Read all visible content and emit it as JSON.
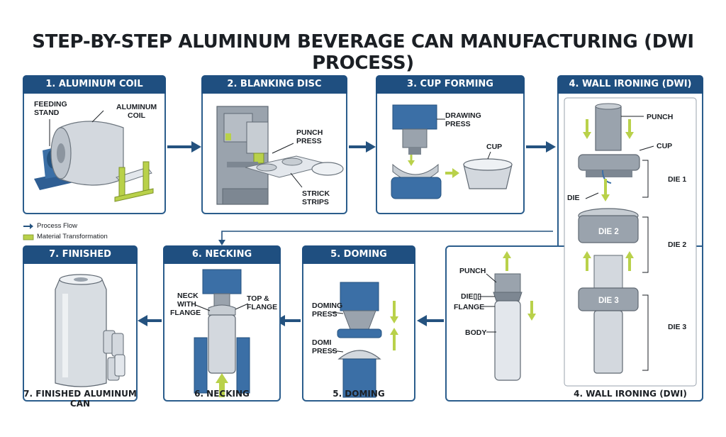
{
  "title": "STEP-BY-STEP ALUMINUM BEVERAGE CAN MANUFACTURING (DWI PROCESS)",
  "legend": {
    "process_flow": "Process Flow",
    "material_transformation": "Material Transformation"
  },
  "panels": {
    "p1": {
      "title": "1. ALUMINUM COIL",
      "labels": {
        "feeding_l1": "FEEDING",
        "feeding_l2": "STAND",
        "coil_l1": "ALUMINUM",
        "coil_l2": "COIL"
      }
    },
    "p2": {
      "title": "2. BLANKING DISC",
      "labels": {
        "punch_l1": "PUNCH",
        "punch_l2": "PRESS",
        "strick_l1": "STRICK",
        "strick_l2": "STRIPS"
      }
    },
    "p3": {
      "title": "3. CUP FORMING",
      "labels": {
        "drawing_l1": "DRAWING",
        "drawing_l2": "PRESS",
        "cup": "CUP"
      }
    },
    "p4": {
      "title": "4. WALL IRONING (DWI)",
      "caption": "4. WALL IRONING (DWI)",
      "labels": {
        "punch_top": "PUNCH",
        "cup": "CUP",
        "die1": "DIE 1",
        "die_left": "DIE",
        "die2_in": "DIE 2",
        "die2": "DIE 2",
        "die3_in": "DIE 3",
        "die3": "DIE 3",
        "punch_ext": "PUNCH",
        "die_ext": "DIE▯▯",
        "flange_ext": "FLANGE",
        "body_ext": "BODY"
      }
    },
    "p5": {
      "title": "5. DOMING",
      "caption": "5. DOMING",
      "labels": {
        "doming_l1": "DOMING",
        "doming_l2": "PRESS",
        "domi_l1": "DOMI",
        "domi_l2": "PRESS"
      }
    },
    "p6": {
      "title": "6. NECKING",
      "caption": "6. NECKING",
      "labels": {
        "neck_l1": "NECK",
        "neck_l2": "WITH",
        "neck_l3": "FLANGE",
        "top_l1": "TOP &",
        "top_l2": "FLANGE"
      }
    },
    "p7": {
      "title": "7. FINISHED ALUMINUM CAN",
      "caption": "7. FINISHED ALUMINUM CAN"
    }
  },
  "colors": {
    "panel_header": "#1f4f80",
    "panel_border": "#2b5d8c",
    "machine_blue": "#3b6fa6",
    "steel_gray": "#9aa3ad",
    "material_green": "#b9d14a",
    "flow_arrow": "#24527f"
  }
}
